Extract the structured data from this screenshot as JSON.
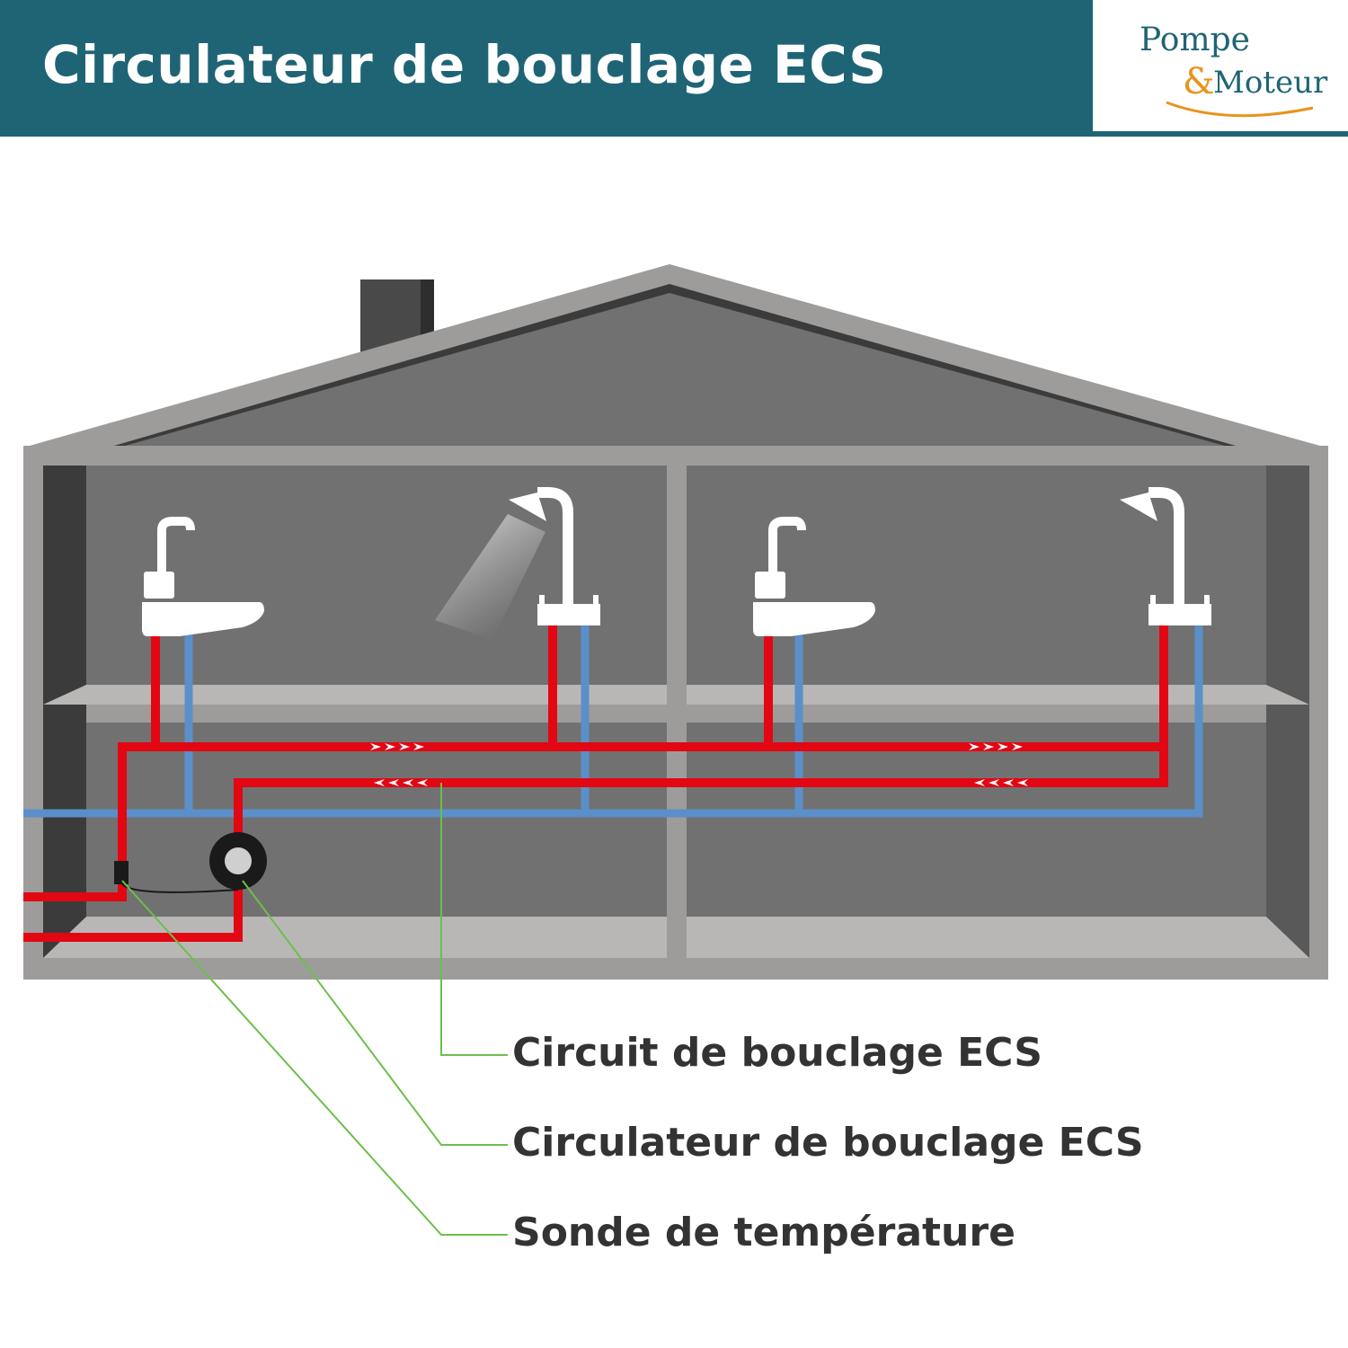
{
  "header": {
    "title": "Circulateur de bouclage ECS",
    "background": "#1f6475"
  },
  "logo": {
    "line1": "Pompe",
    "ampersand": "&",
    "line2": "Moteur",
    "brand_color": "#1f6475",
    "accent_color": "#e8931e"
  },
  "legend": {
    "circuit": "Circuit de bouclage ECS",
    "circulator": "Circulateur de bouclage ECS",
    "probe": "Sonde de température"
  },
  "colors": {
    "hot_pipe": "#e30613",
    "cold_pipe": "#5b8fc9",
    "leader_line": "#6cbf4b",
    "wall": "#9d9c9b",
    "interior": "#727171"
  }
}
